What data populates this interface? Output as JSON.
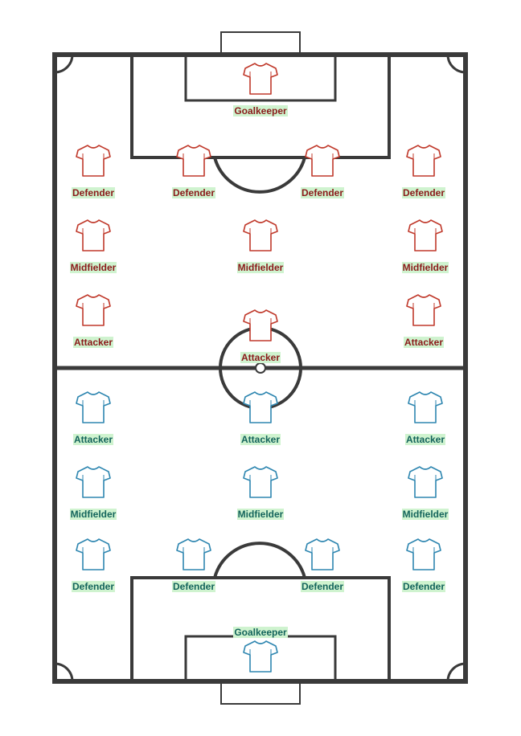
{
  "colors": {
    "field_line": "#3a3a3a",
    "red_shirt": "#c0392b",
    "blue_shirt": "#2e86b0",
    "label_bg": "#cff3cf"
  },
  "team_red": {
    "goalkeeper": "Goalkeeper",
    "defenders": [
      "Defender",
      "Defender",
      "Defender",
      "Defender"
    ],
    "midfielders": [
      "Midfielder",
      "Midfielder",
      "Midfielder"
    ],
    "attackers": [
      "Attacker",
      "Attacker",
      "Attacker"
    ]
  },
  "team_blue": {
    "goalkeeper": "Goalkeeper",
    "defenders": [
      "Defender",
      "Defender",
      "Defender",
      "Defender"
    ],
    "midfielders": [
      "Midfielder",
      "Midfielder",
      "Midfielder"
    ],
    "attackers": [
      "Attacker",
      "Attacker",
      "Attacker"
    ]
  }
}
